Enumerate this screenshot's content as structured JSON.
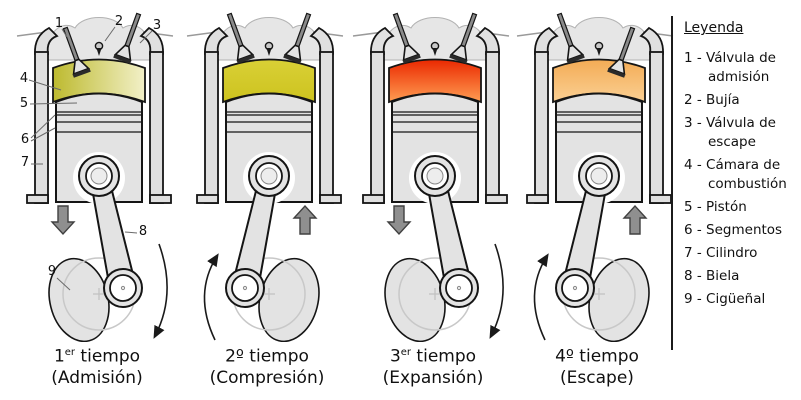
{
  "legend": {
    "title": "Leyenda",
    "items": [
      "1 - Válvula de admisión",
      "2 - Bujía",
      "3 - Válvula de escape",
      "4 - Cámara de combustión",
      "5 - Pistón",
      "6 - Segmentos",
      "7 - Cilindro",
      "8 - Biela",
      "9 - Cigüeñal"
    ]
  },
  "callouts": [
    {
      "n": "1"
    },
    {
      "n": "2"
    },
    {
      "n": "3"
    },
    {
      "n": "4"
    },
    {
      "n": "5"
    },
    {
      "n": "6"
    },
    {
      "n": "7"
    },
    {
      "n": "8"
    },
    {
      "n": "9"
    }
  ],
  "strokes": [
    {
      "name": "admision",
      "cap_base": "1",
      "cap_sup": "er",
      "cap_rest": " tiempo",
      "cap_sub": "(Admisión)",
      "chamber": {
        "dir": "h",
        "from": "#bdba2f",
        "to": "#f2f0c8"
      },
      "motion": "down",
      "crank": "right",
      "intake": "open",
      "exhaust": "closed"
    },
    {
      "name": "compresion",
      "cap_base": "2º",
      "cap_sup": "",
      "cap_rest": " tiempo",
      "cap_sub": "(Compresión)",
      "chamber": {
        "dir": "v",
        "from": "#d9d036",
        "to": "#cdc31f"
      },
      "motion": "up",
      "crank": "left",
      "intake": "closed",
      "exhaust": "closed"
    },
    {
      "name": "expansion",
      "cap_base": "3",
      "cap_sup": "er",
      "cap_rest": " tiempo",
      "cap_sub": "(Expansión)",
      "chamber": {
        "dir": "v",
        "from": "#ea2800",
        "to": "#ff9d52"
      },
      "motion": "down",
      "crank": "right",
      "intake": "closed",
      "exhaust": "closed"
    },
    {
      "name": "escape",
      "cap_base": "4º",
      "cap_sup": "",
      "cap_rest": " tiempo",
      "cap_sub": "(Escape)",
      "chamber": {
        "dir": "v",
        "from": "#f3ab55",
        "to": "#fbd093"
      },
      "motion": "up",
      "crank": "left",
      "intake": "closed",
      "exhaust": "open"
    }
  ],
  "colors": {
    "body": "#e3e3e3",
    "outline": "#151515",
    "arrow": "#8f8f8f"
  }
}
